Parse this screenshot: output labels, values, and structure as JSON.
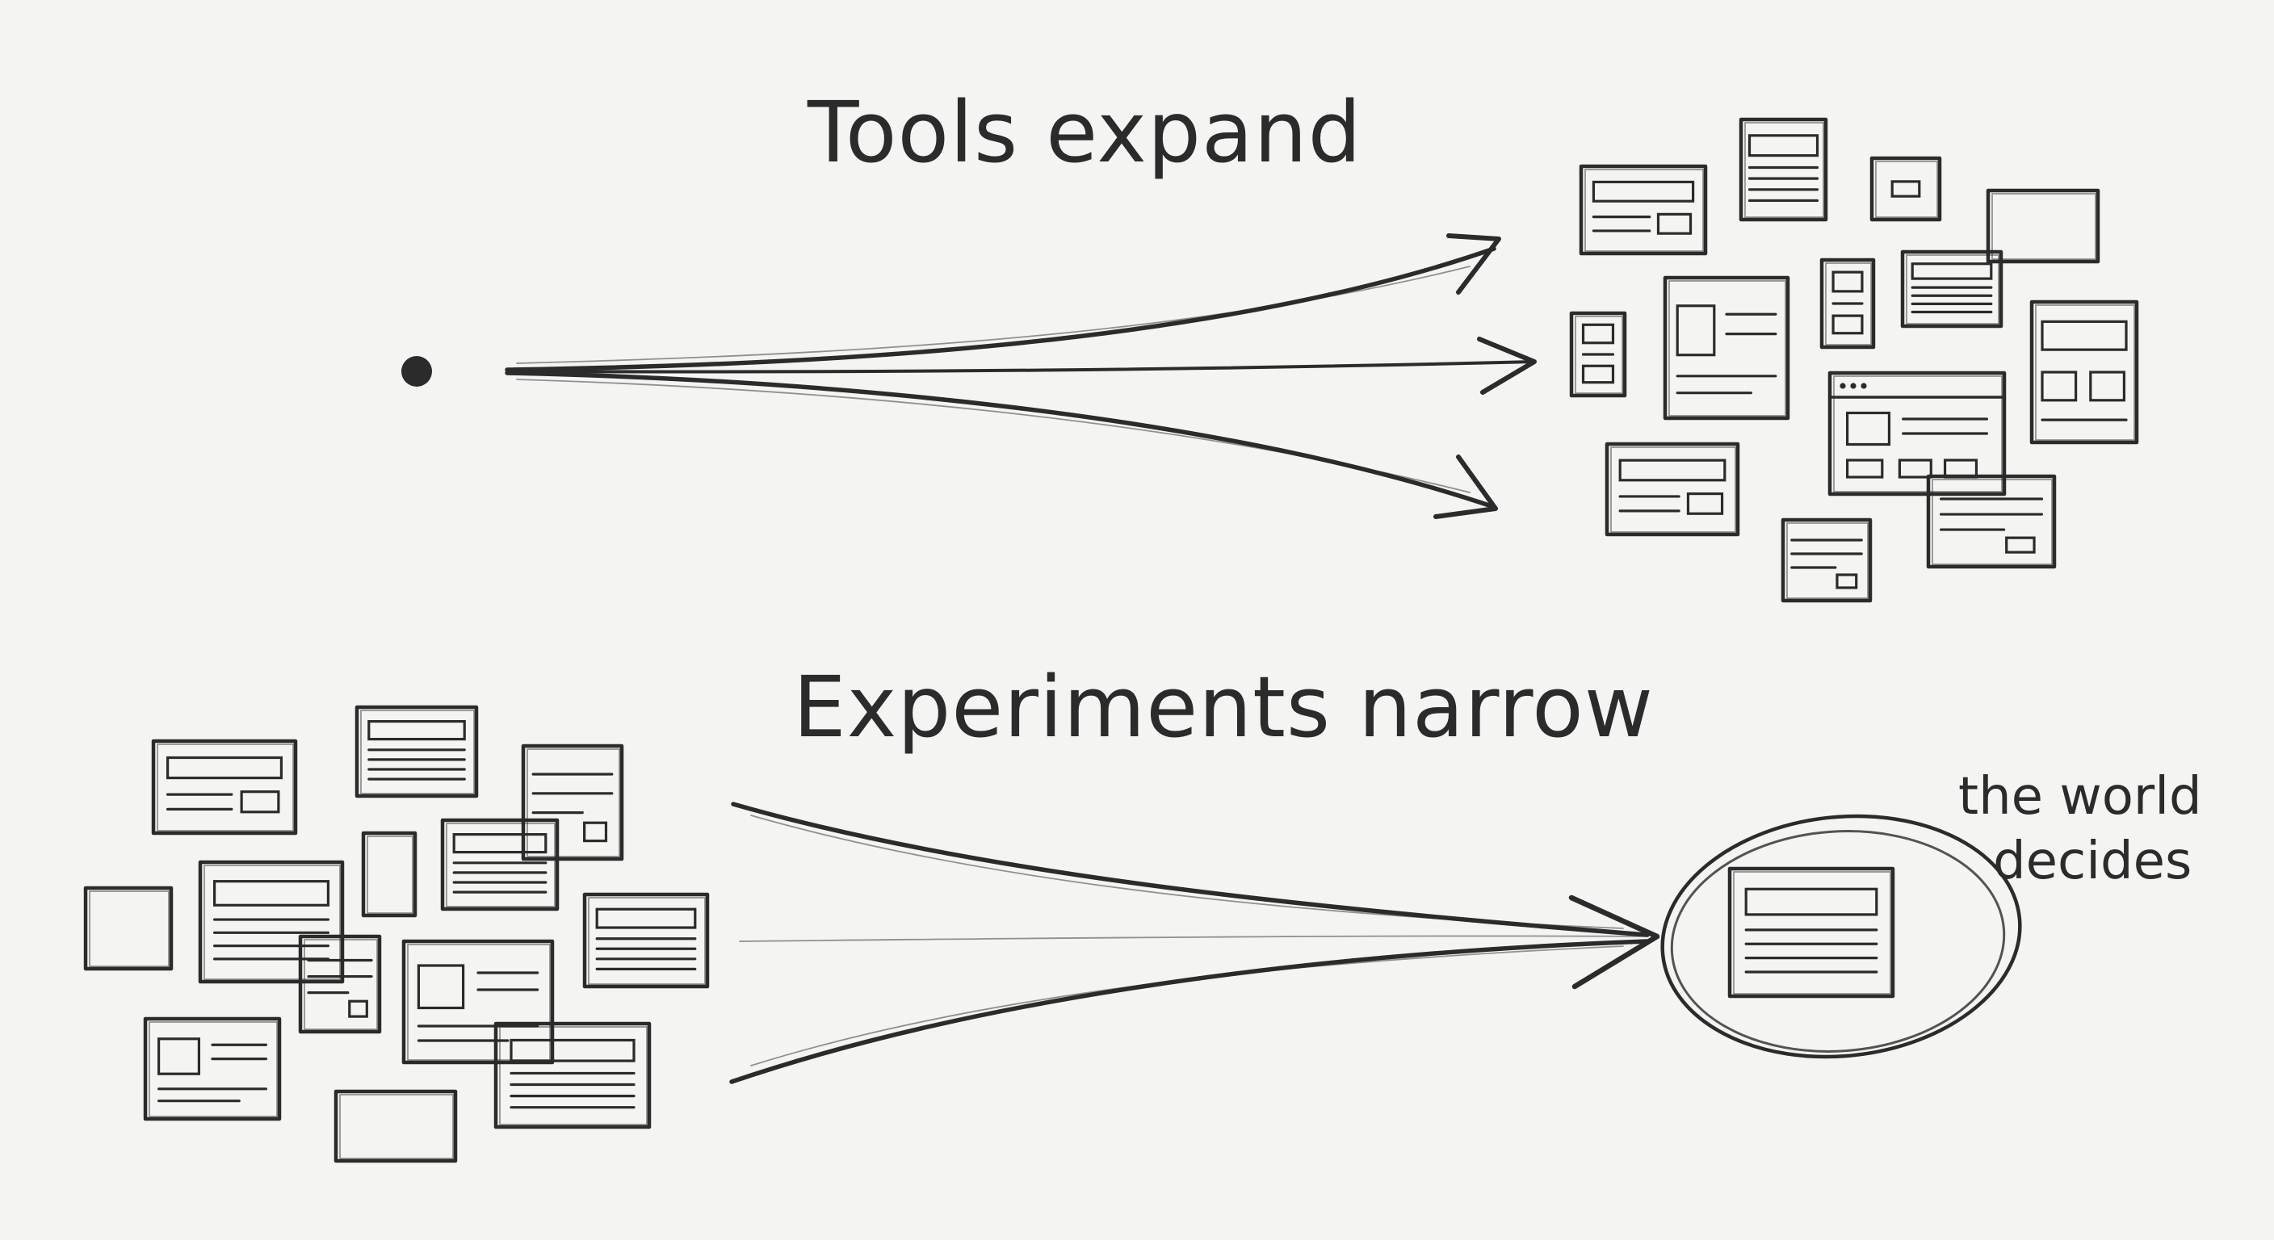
{
  "diagram": {
    "top_label": "Tools expand",
    "bottom_label": "Experiments narrow",
    "annotation_line1": "the world",
    "annotation_line2": "decides"
  },
  "colors": {
    "paper": "#f4f4f2",
    "pencil": "#2b2b2b"
  }
}
